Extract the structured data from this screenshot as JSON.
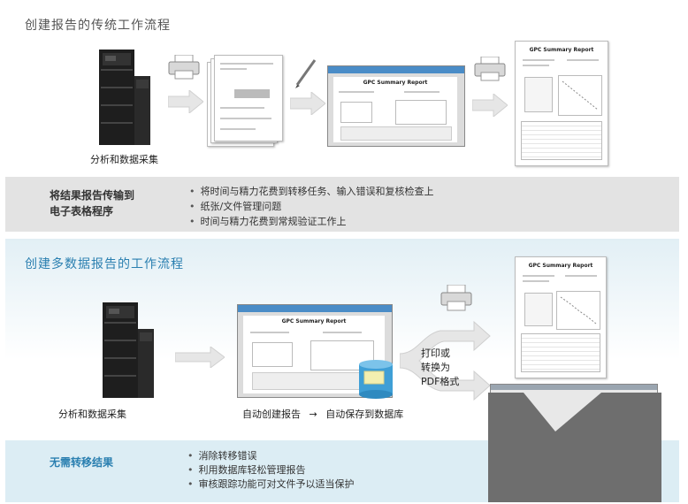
{
  "top_section": {
    "title": "创建报告的传统工作流程",
    "instrument_caption": "分析和数据采集",
    "report_title": "GPC Summary Report",
    "summary_title_line1": "将结果报告传输到",
    "summary_title_line2": "电子表格程序",
    "bullets": [
      "将时间与精力花费到转移任务、输入错误和复核检查上",
      "纸张/文件管理问题",
      "时间与精力花费到常规验证工作上"
    ]
  },
  "bottom_section": {
    "title": "创建多数据报告的工作流程",
    "instrument_caption": "分析和数据采集",
    "flow_caption_auto_report": "自动创建报告",
    "flow_arrow": "→",
    "flow_caption_auto_save": "自动保存到数据库",
    "print_label_line1": "打印或",
    "print_label_line2": "转换为",
    "print_label_line3": "PDF格式",
    "report_title": "GPC Summary Report",
    "summary_title": "无需转移结果",
    "bullets": [
      "消除转移错误",
      "利用数据库轻松管理报告",
      "审核跟踪功能可对文件予以适当保护"
    ]
  },
  "colors": {
    "accent_blue": "#2a7fb0",
    "arrow_fill": "#e6e6e6",
    "db_blue": "#3f9fd6"
  }
}
